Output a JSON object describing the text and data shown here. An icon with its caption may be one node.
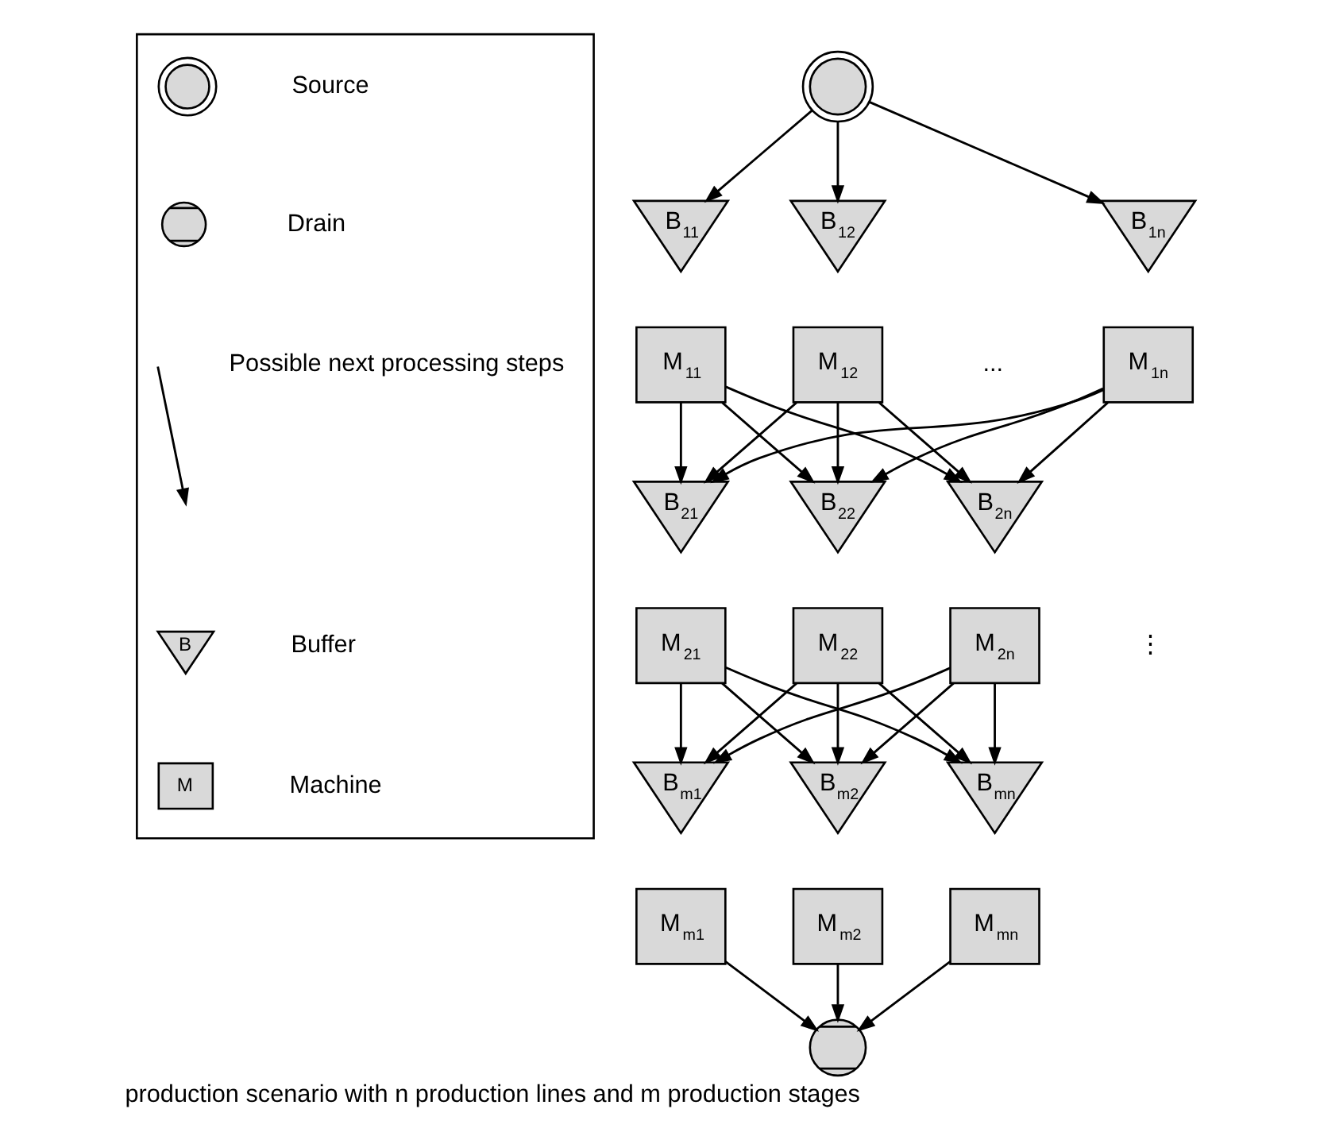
{
  "diagram": {
    "caption": "production scenario with n production lines and m production stages",
    "nodes": [
      {
        "text": [],
        "shape": "circle"
      },
      {
        "text": [
          "B$_{11}$"
        ]
      },
      {
        "text": [
          "B$_{12}$"
        ]
      },
      {
        "text": [
          "B$_{1n}$"
        ]
      },
      {
        "text": [
          "M$_{11}$"
        ]
      },
      {
        "text": [
          "M$_{12}$"
        ]
      },
      {
        "text": [
          "M$_{1n}$"
        ]
      },
      {
        "text": [
          "B$_{21}$"
        ]
      },
      {
        "text": [
          "B$_{22}$"
        ]
      },
      {
        "text": [
          "B$_{2n}$"
        ]
      },
      {
        "text": [
          "M$_{21}$"
        ]
      },
      {
        "text": [
          "M$_{22}$"
        ]
      },
      {
        "text": [
          "M$_{2n}$"
        ]
      },
      {
        "text": [
          "B$_{m1}$"
        ]
      },
      {
        "text": [
          "B$_{m2}$"
        ]
      },
      {
        "text": [
          "B$_{mn}$"
        ]
      },
      {
        "text": [
          "M$_{m1}$"
        ]
      },
      {
        "text": [
          "M$_{m2}$"
        ]
      },
      {
        "text": [
          "M$_{mn}$"
        ]
      },
      {
        "text": [],
        "shape": "circle"
      },
      {
        "text": [],
        "shape": "box"
      },
      {
        "text": [],
        "shape": "circle",
        "in": 20
      },
      {
        "text": [],
        "shape": "circle",
        "in": 20
      },
      {
        "text": [
          "B"
        ],
        "in": 20
      },
      {
        "text": [
          "M"
        ],
        "in": 20
      }
    ],
    "edges": [
      {
        "from": 0,
        "to": 1,
        "arrow": "to"
      },
      {
        "from": 0,
        "to": 2,
        "arrow": "to"
      },
      {
        "from": 0,
        "to": 3,
        "arrow": "to"
      },
      {
        "from": 4,
        "to": 7,
        "arrow": "to"
      },
      {
        "from": 4,
        "to": 8,
        "arrow": "to"
      },
      {
        "from": 4,
        "to": 9,
        "arrow": "to"
      },
      {
        "from": 5,
        "to": 7,
        "arrow": "to"
      },
      {
        "from": 5,
        "to": 8,
        "arrow": "to"
      },
      {
        "from": 5,
        "to": 9,
        "arrow": "to"
      },
      {
        "from": 6,
        "to": 7,
        "arrow": "to"
      },
      {
        "from": 6,
        "to": 8,
        "arrow": "to"
      },
      {
        "from": 6,
        "to": 9,
        "arrow": "to"
      },
      {
        "from": 10,
        "to": 13,
        "arrow": "to"
      },
      {
        "from": 10,
        "to": 14,
        "arrow": "to"
      },
      {
        "from": 10,
        "to": 15,
        "arrow": "to"
      },
      {
        "from": 11,
        "to": 13,
        "arrow": "to"
      },
      {
        "from": 11,
        "to": 14,
        "arrow": "to"
      },
      {
        "from": 11,
        "to": 15,
        "arrow": "to"
      },
      {
        "from": 12,
        "to": 13,
        "arrow": "to"
      },
      {
        "from": 12,
        "to": 14,
        "arrow": "to"
      },
      {
        "from": 12,
        "to": 15,
        "arrow": "to"
      },
      {
        "from": 16,
        "to": 19,
        "arrow": "to"
      },
      {
        "from": 17,
        "to": 19,
        "arrow": "to"
      },
      {
        "from": 18,
        "to": 19,
        "arrow": "to"
      }
    ],
    "labels": [
      "...",
      "⋮"
    ],
    "legend": [
      {
        "text": "Source"
      },
      {
        "text": "Drain"
      },
      {
        "text": "Possible next processing steps"
      },
      {
        "text": "Buffer"
      },
      {
        "text": "Machine"
      }
    ]
  }
}
